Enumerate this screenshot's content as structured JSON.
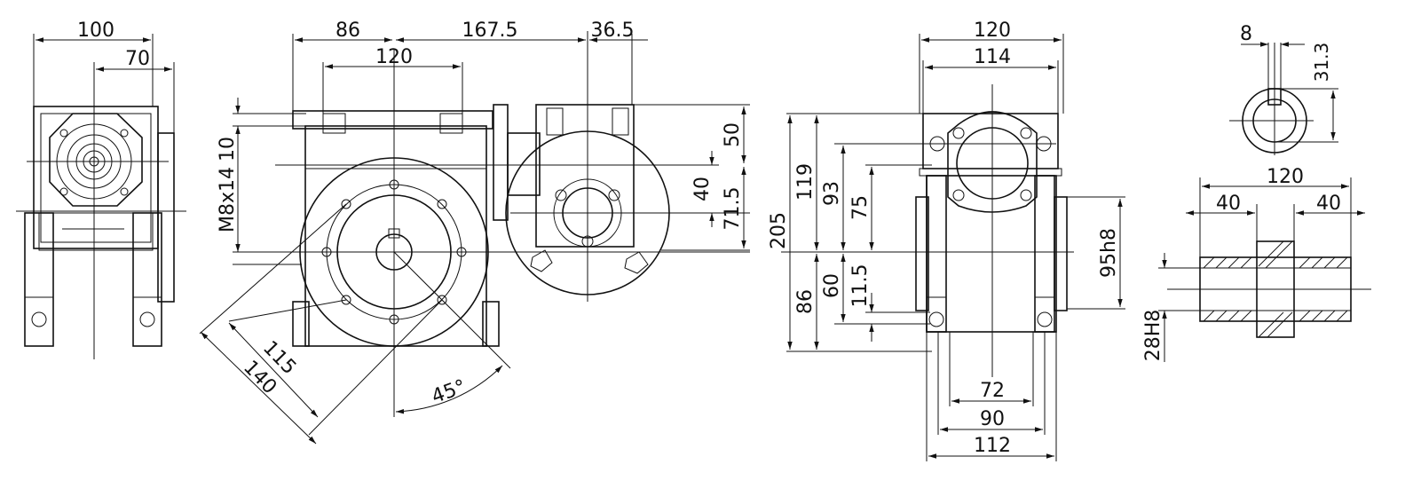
{
  "dimensions": {
    "side_width": "100",
    "side_offset": "70",
    "front_left": "86",
    "front_mid": "167.5",
    "front_right": "36.5",
    "front_holes": "120",
    "thread": "M8x14",
    "front_10": "10",
    "flange_50": "50",
    "flange_40": "40",
    "flange_71_5": "71.5",
    "pcd_115": "115",
    "pcd_140": "140",
    "angle": "45°",
    "top_120": "120",
    "top_114": "114",
    "height_205": "205",
    "height_119": "119",
    "height_93": "93",
    "height_75": "75",
    "height_86": "86",
    "height_60": "60",
    "height_11_5": "11.5",
    "spigot": "95h8",
    "base_72": "72",
    "base_90": "90",
    "base_112": "112",
    "key_width": "8",
    "key_depth": "31.3",
    "shaft_120": "120",
    "shaft_40_left": "40",
    "shaft_40_right": "40",
    "bore": "28H8"
  }
}
